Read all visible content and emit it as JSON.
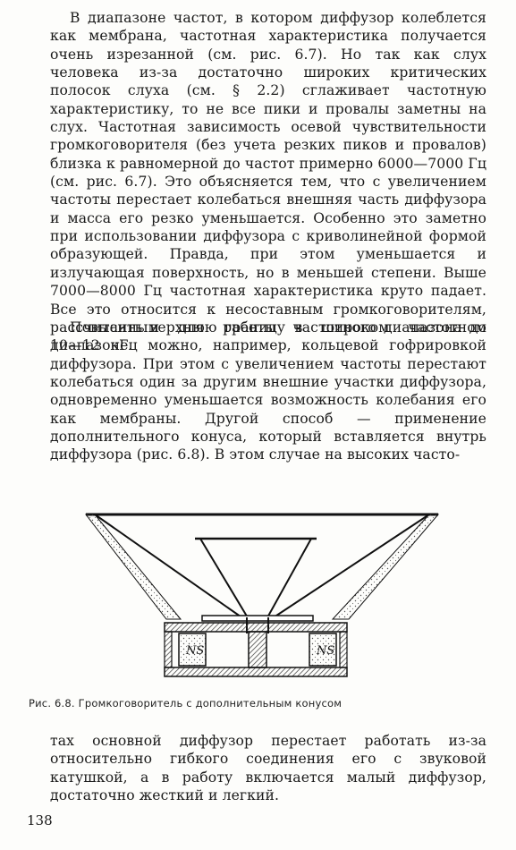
{
  "body": {
    "paragraph1": "В диапазоне частот, в котором диффузор колеблется как мембрана, частотная характеристика получается очень изрезанной (см. рис. 6.7). Но так как слух человека из-за достаточно широких критических полосок слуха (см. § 2.2) сглаживает частотную характеристику, то не все пики и провалы заметны на слух. Частотная зависимость осевой чувствительности громкоговорителя (без учета резких пиков и провалов) близка к равномерной до частот примерно 6000—7000 Гц (см. рис. 6.7). Это объясняется тем, что с увеличением частоты перестает колебаться внешняя часть диффузора и масса его резко уменьшается. Особенно это заметно при использовании диффузора с криволинейной формой образующей. Правда, при этом уменьшается и излучающая поверхность, но в меньшей степени. Выше 7000—8000 Гц частотная характеристика круто падает. Все это относится к несоставным громкоговорителям, рассчитанным для работы в широком частотном диапазоне.",
    "paragraph2": "Повысить верхнюю границу частотного диапазона до 10—12 кГц можно, например, кольцевой гофрировкой диффузора. При этом с увеличением частоты перестают колебаться один за другим внешние участки диффузора, одновременно уменьшается возможность колебания его как мембраны. Другой способ — применение дополнительного конуса, который вставляется внутрь диффузора (рис. 6.8). В этом случае на высоких часто-",
    "paragraph3": "тах основной диффузор перестает работать из-за относительно гибкого соединения его с звуковой катушкой, а в работу включается малый диффузор, достаточно жесткий и легкий."
  },
  "figure": {
    "caption": "Рис. 6.8. Громкоговоритель с дополнительным конусом",
    "magnet_label_left": "NS",
    "magnet_label_right": "NS"
  },
  "page_number": "138"
}
